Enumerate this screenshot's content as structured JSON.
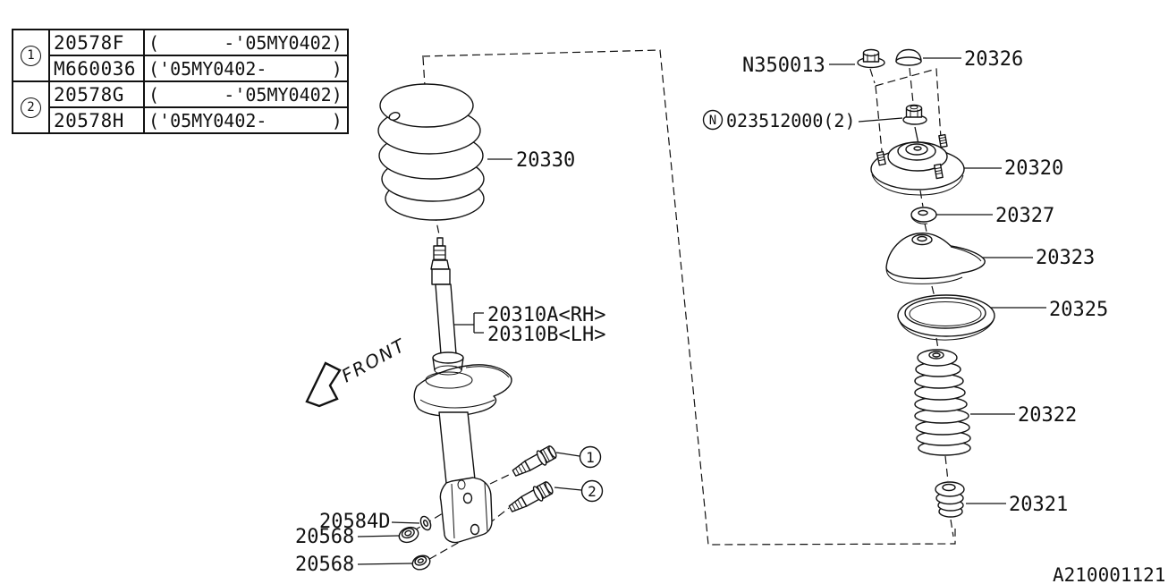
{
  "table": {
    "groups": [
      {
        "symbol": "1",
        "rows": [
          {
            "part": "20578F",
            "range": "(      -'05MY0402)"
          },
          {
            "part": "M660036",
            "range": "('05MY0402-      )"
          }
        ]
      },
      {
        "symbol": "2",
        "rows": [
          {
            "part": "20578G",
            "range": "(      -'05MY0402)"
          },
          {
            "part": "20578H",
            "range": "('05MY0402-      )"
          }
        ]
      }
    ]
  },
  "labels": {
    "coil_spring": "20330",
    "strut_rh": "20310A<RH>",
    "strut_lh": "20310B<LH>",
    "front": "FRONT",
    "self_lock_nut": "N350013",
    "cap": "20326",
    "flange_nut_symbol": "N",
    "flange_nut": "023512000(2)",
    "strut_mount": "20320",
    "washer": "20327",
    "spring_cap": "20323",
    "spring_seat_rubber": "20325",
    "dust_cover": "20322",
    "helper_rubber": "20321",
    "adjust_washer": "20584D",
    "nut_upper": "20568",
    "nut_lower": "20568",
    "callout_1": "1",
    "callout_2": "2",
    "drawing_number": "A210001121"
  }
}
